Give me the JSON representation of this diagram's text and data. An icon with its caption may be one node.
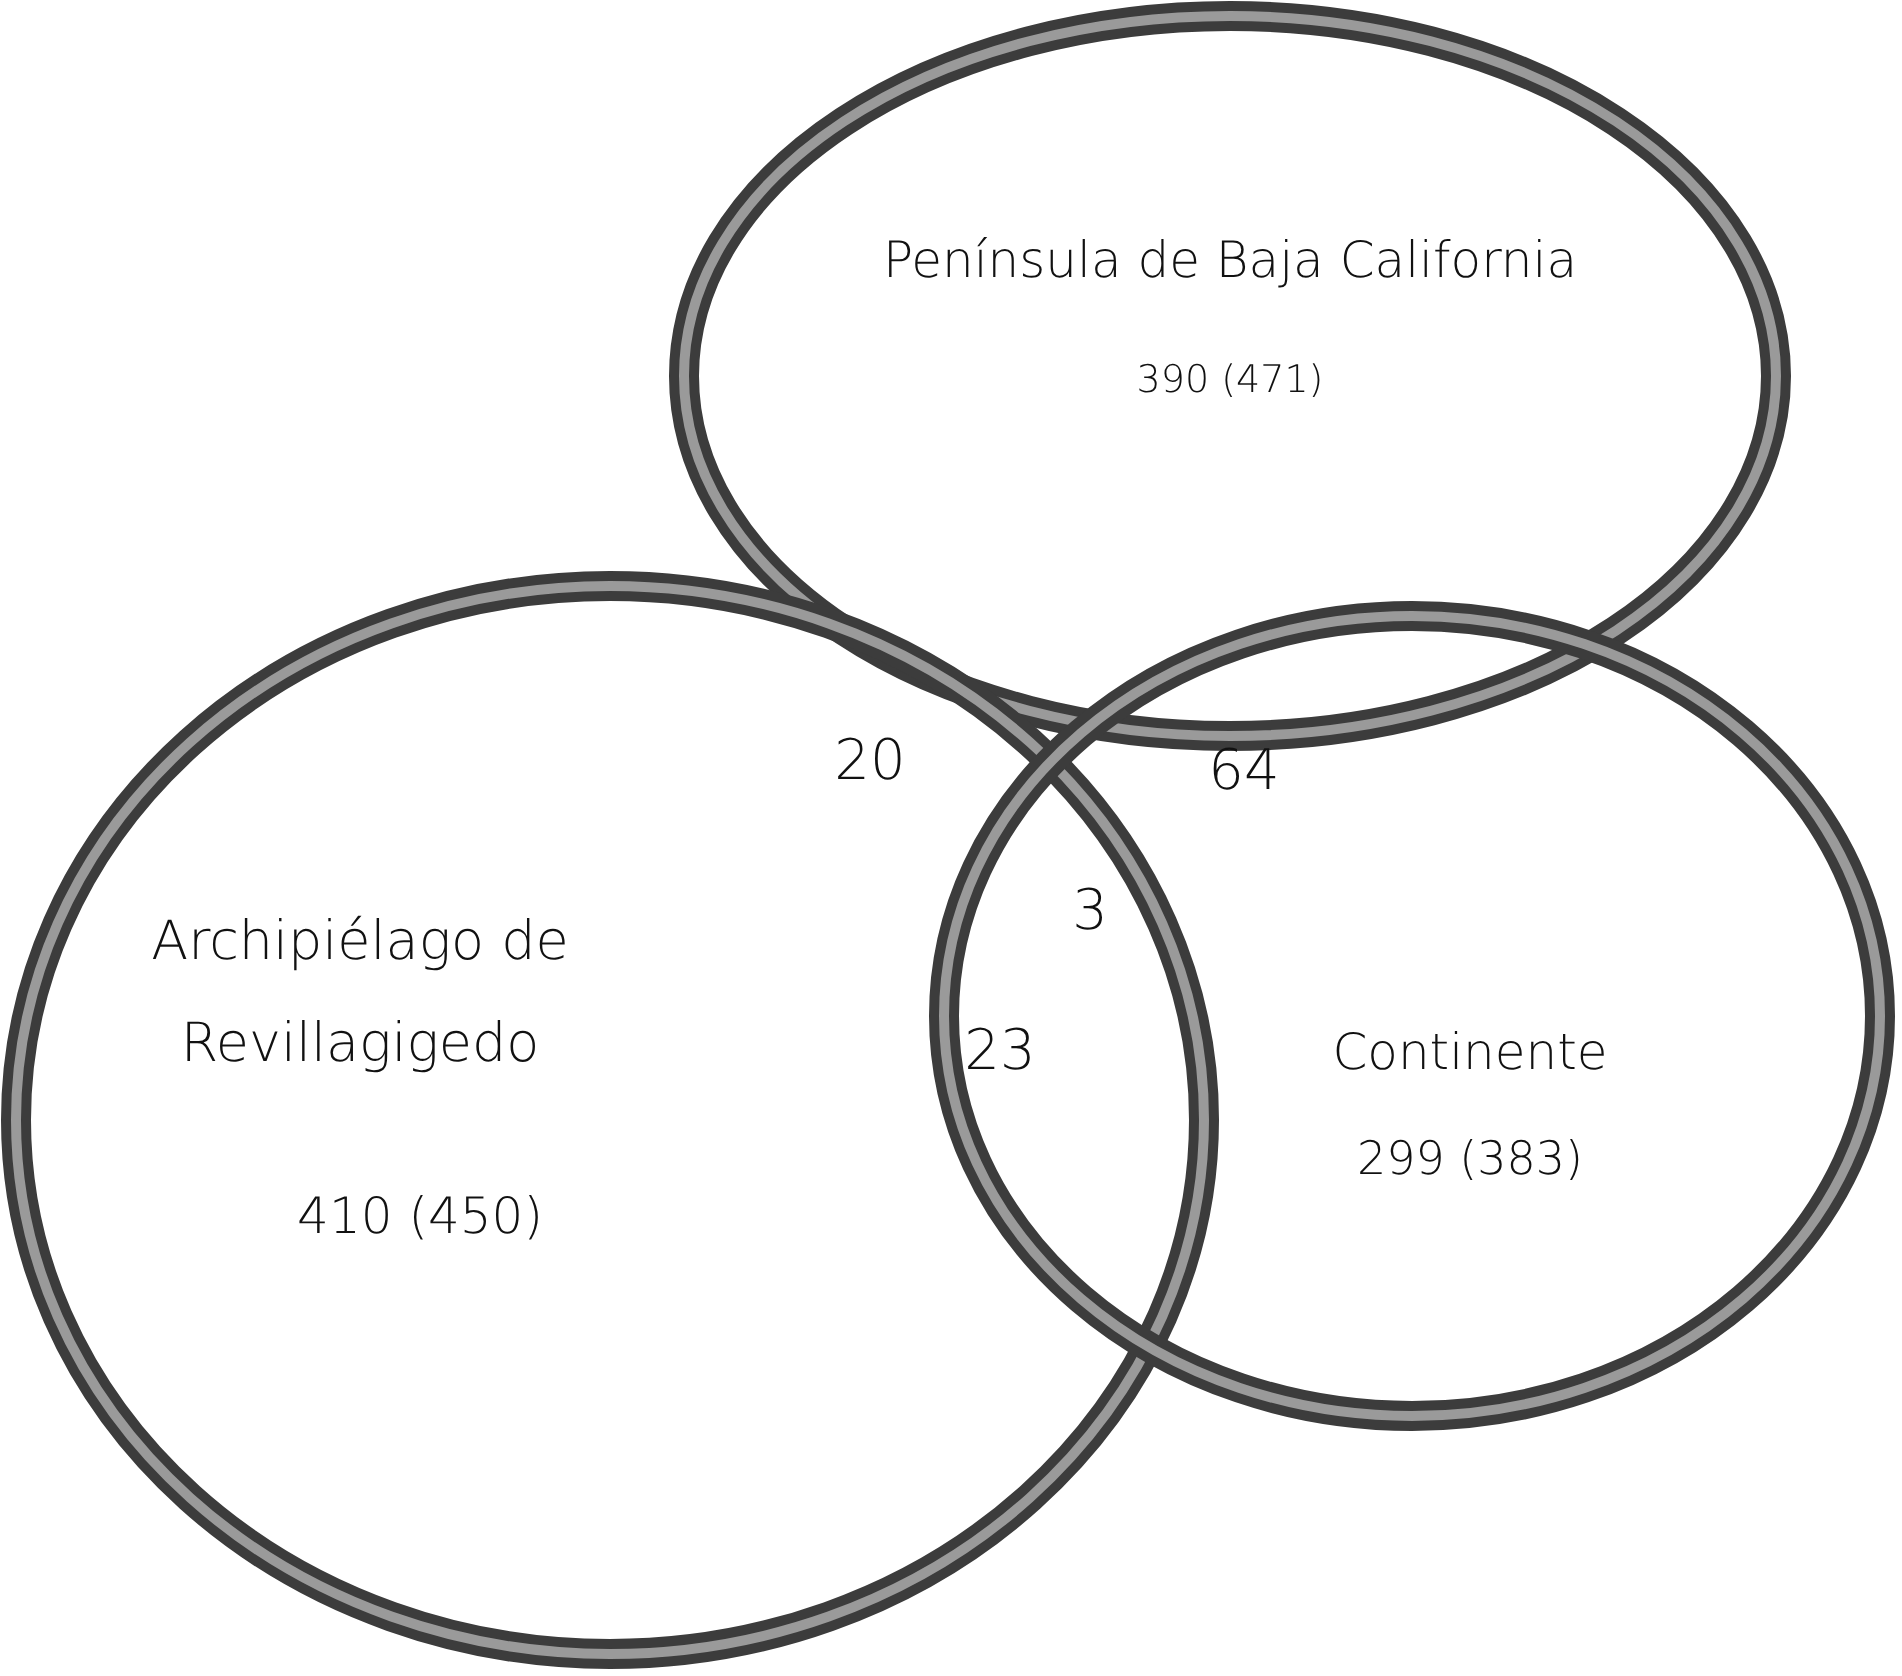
{
  "diagram": {
    "nodes": [
      {
        "text": [
          "Península de Baja California",
          "390 (471)"
        ]
      },
      {
        "text": [
          "Archipiélago de Revillagigedo",
          "410 (450)"
        ]
      },
      {
        "text": [
          "Continente",
          "299 (383)"
        ]
      }
    ],
    "labels": [
      "20",
      "64",
      "3",
      "23"
    ]
  }
}
